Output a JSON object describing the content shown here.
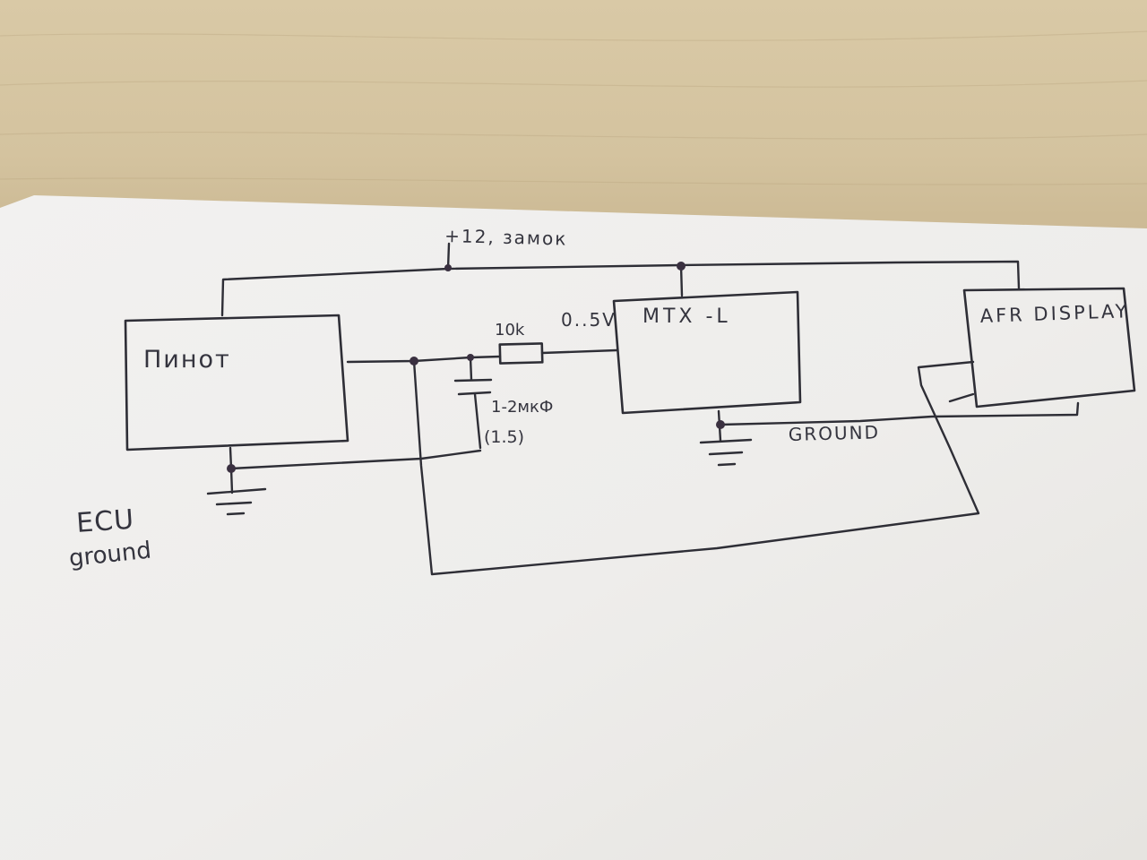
{
  "diagram": {
    "supply_label": "+12, замок",
    "pinout_label": "Пинот",
    "mtx_label": "MTX -L",
    "afr_label": "AFR DISPLAY",
    "resistor_label": "10k",
    "voltage_label": "0..5V",
    "capacitor_label": "1-2мкФ",
    "capacitor_value": "(1.5)",
    "ground_label": "GROUND",
    "ecu_label": "ECU",
    "ecu_ground_label": "ground"
  },
  "colors": {
    "ink": "#2e2e36",
    "paper": "#f4f3f1",
    "desk": "#d4c39f"
  }
}
